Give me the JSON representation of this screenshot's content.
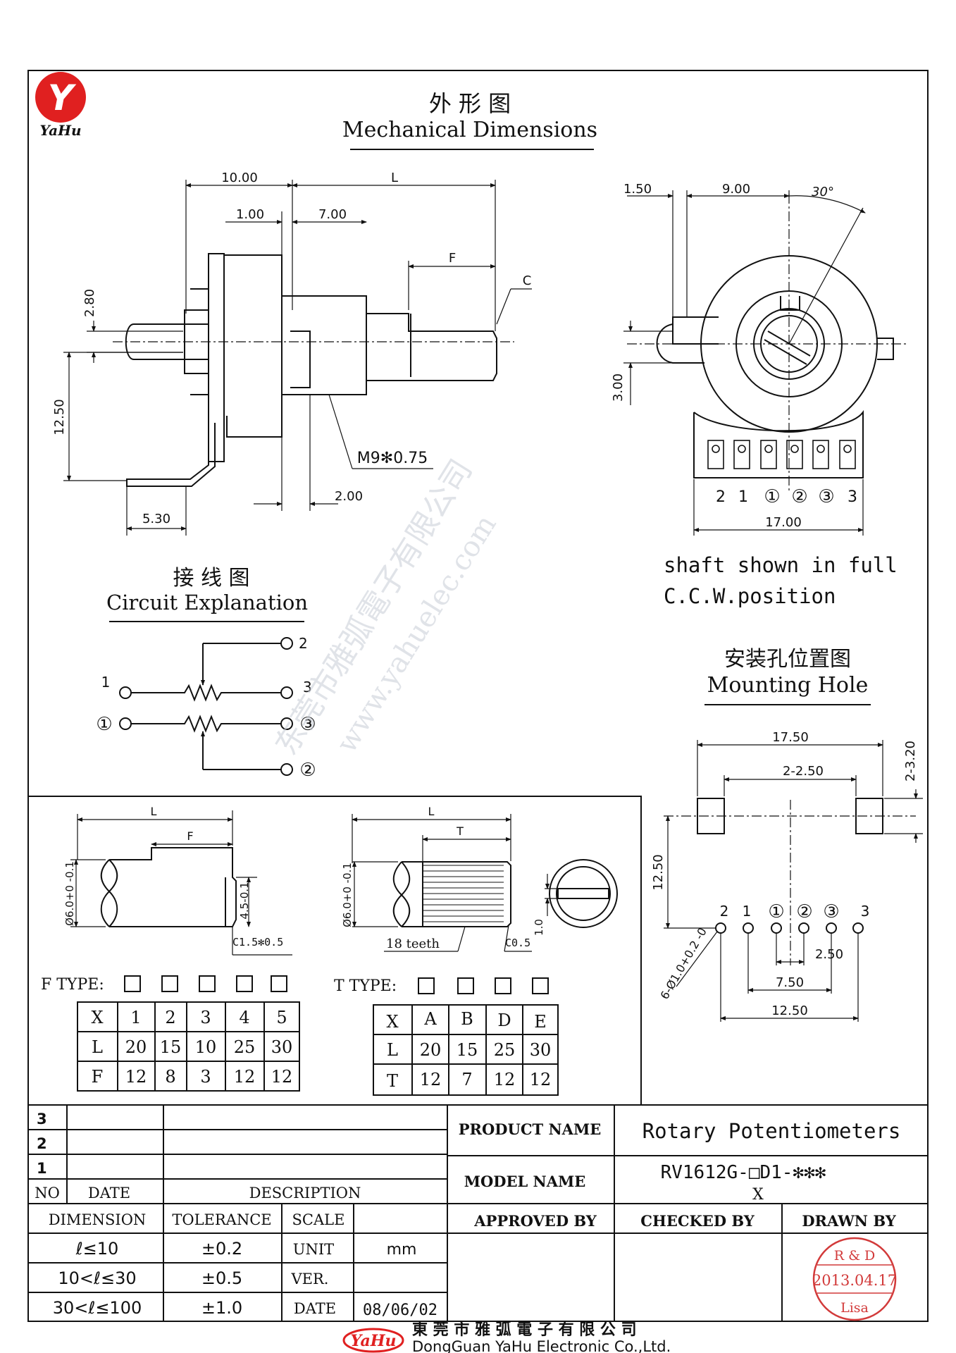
{
  "logo": {
    "brand": "YaHu",
    "glyph": "Y"
  },
  "header": {
    "title_cn": "外 形 图",
    "title_en": "Mechanical Dimensions"
  },
  "side_view": {
    "dims": [
      "10.00",
      "L",
      "1.00",
      "7.00",
      "F",
      "C",
      "2.80",
      "12.50",
      "M9✻0.75",
      "2.00",
      "5.30"
    ]
  },
  "front_view": {
    "dims": [
      "1.50",
      "9.00",
      "30°",
      "3.00",
      "17.00"
    ],
    "pin_labels": [
      "2",
      "1",
      "①",
      "②",
      "③",
      "3"
    ],
    "note_line1": "shaft shown in full",
    "note_line2": "C.C.W.position"
  },
  "circuit": {
    "title_cn": "接 线 图",
    "title_en": "Circuit Explanation",
    "labels": [
      "1",
      "2",
      "3",
      "①",
      "③",
      "②"
    ]
  },
  "mounting": {
    "title_cn": "安装孔位置图",
    "title_en": "Mounting Hole",
    "dims": [
      "17.50",
      "2-2.50",
      "2-3.20",
      "12.50",
      "2.50",
      "7.50",
      "12.50",
      "6-Ø1.0+0.2 -0"
    ],
    "pin_labels": [
      "2",
      "1",
      "①",
      "②",
      "③",
      "3"
    ]
  },
  "shaft_f": {
    "dims": [
      "L",
      "F",
      "Ø6.0+0 -0.1",
      "4.5-0.1",
      "C1.5✻0.5"
    ],
    "type_label": "F TYPE:",
    "table": {
      "header": [
        "X",
        "1",
        "2",
        "3",
        "4",
        "5"
      ],
      "rows": [
        [
          "L",
          "20",
          "15",
          "10",
          "25",
          "30"
        ],
        [
          "F",
          "12",
          "8",
          "3",
          "12",
          "12"
        ]
      ]
    }
  },
  "shaft_t": {
    "dims": [
      "L",
      "T",
      "Ø6.0+0 -0.1",
      "18 teeth",
      "C0.5",
      "1.0"
    ],
    "type_label": "T TYPE:",
    "table": {
      "header": [
        "X",
        "A",
        "B",
        "D",
        "E"
      ],
      "rows": [
        [
          "L",
          "20",
          "15",
          "25",
          "30"
        ],
        [
          "T",
          "12",
          "7",
          "12",
          "12"
        ]
      ]
    }
  },
  "watermark": {
    "company": "东莞市雅弧電子有限公司",
    "site": "www.yahuelec.com"
  },
  "title_block": {
    "rev_rows": [
      "3",
      "2",
      "1"
    ],
    "col_no": "NO",
    "col_date": "DATE",
    "col_desc": "DESCRIPTION",
    "product_name_label": "PRODUCT NAME",
    "product_name": "Rotary Potentiometers",
    "model_name_label": "MODEL NAME",
    "model_name": "RV1612G-□D1-✻✻✻",
    "model_x": "X",
    "dimension_label": "DIMENSION",
    "tolerance_label": "TOLERANCE",
    "scale_label": "SCALE",
    "approved_by": "APPROVED BY",
    "checked_by": "CHECKED BY",
    "drawn_by": "DRAWN BY",
    "tolerances": [
      {
        "dim": "ℓ≤10",
        "tol": "±0.2"
      },
      {
        "dim": "10<ℓ≤30",
        "tol": "±0.5"
      },
      {
        "dim": "30<ℓ≤100",
        "tol": "±1.0"
      }
    ],
    "unit_label": "UNIT",
    "unit_value": "mm",
    "ver_label": "VER.",
    "date_label": "DATE",
    "date_value": "08/06/02",
    "stamp_line1": "R & D",
    "stamp_line2": "2013.04.17",
    "stamp_line3": "Lisa"
  },
  "footer": {
    "company_cn": "東 莞 市 雅 弧 電 子 有 限 公 司",
    "company_en": "DongGuan YaHu Electronic Co.,Ltd.",
    "badge": "YaHu"
  },
  "colors": {
    "logo_red": "#e02020",
    "stamp_red": "#d23a3a",
    "watermark": "#c8cdd6",
    "line": "#111111"
  }
}
